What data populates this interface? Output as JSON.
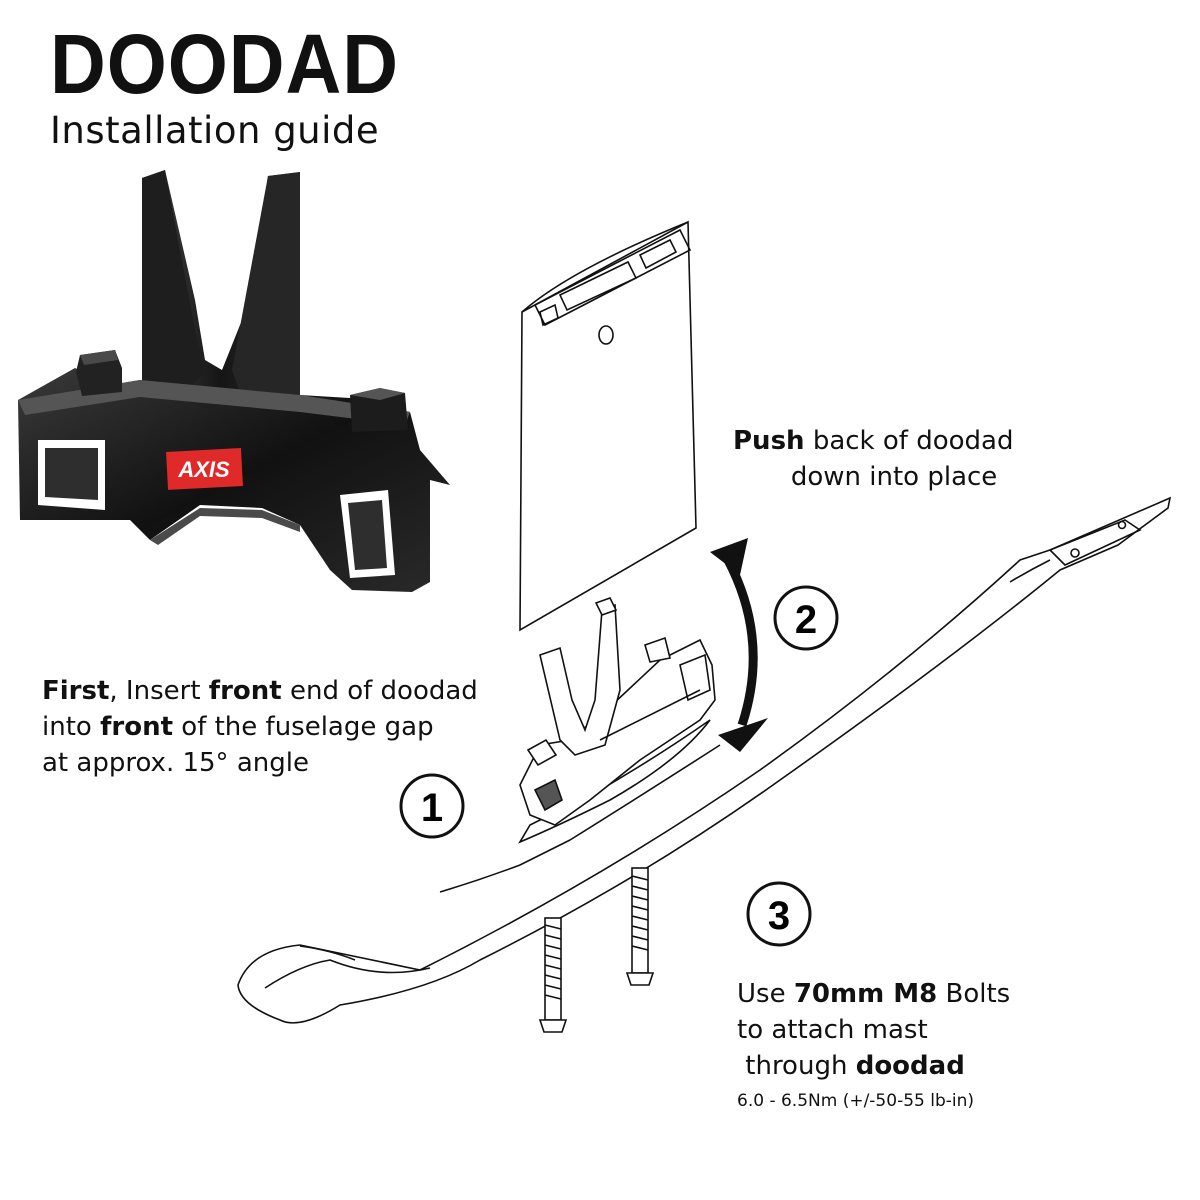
{
  "header": {
    "title": "DOODAD",
    "subtitle": "Installation guide"
  },
  "product": {
    "logo_text": "AXIS",
    "logo_color": "#e02a2a",
    "body_color": "#1a1a1a"
  },
  "steps": [
    {
      "number": "1",
      "parts": [
        {
          "t": "First",
          "b": true
        },
        {
          "t": ", Insert ",
          "b": false
        },
        {
          "t": "front",
          "b": true
        },
        {
          "t": " end of doodad",
          "b": false
        },
        {
          "br": true
        },
        {
          "t": "into ",
          "b": false
        },
        {
          "t": "front",
          "b": true
        },
        {
          "t": " of the fuselage gap",
          "b": false
        },
        {
          "br": true
        },
        {
          "t": "at approx. 15° angle",
          "b": false
        }
      ]
    },
    {
      "number": "2",
      "parts": [
        {
          "t": "Push",
          "b": true
        },
        {
          "t": " back of doodad",
          "b": false
        },
        {
          "br": true
        },
        {
          "t": "       down into place",
          "b": false
        }
      ]
    },
    {
      "number": "3",
      "parts": [
        {
          "t": "Use ",
          "b": false
        },
        {
          "t": "70mm M8",
          "b": true
        },
        {
          "t": " Bolts",
          "b": false
        },
        {
          "br": true
        },
        {
          "t": "to attach mast",
          "b": false
        },
        {
          "br": true
        },
        {
          "t": " through ",
          "b": false
        },
        {
          "t": "doodad",
          "b": true
        }
      ],
      "torque": "6.0 - 6.5Nm (+/-50-55 lb-in)"
    }
  ]
}
